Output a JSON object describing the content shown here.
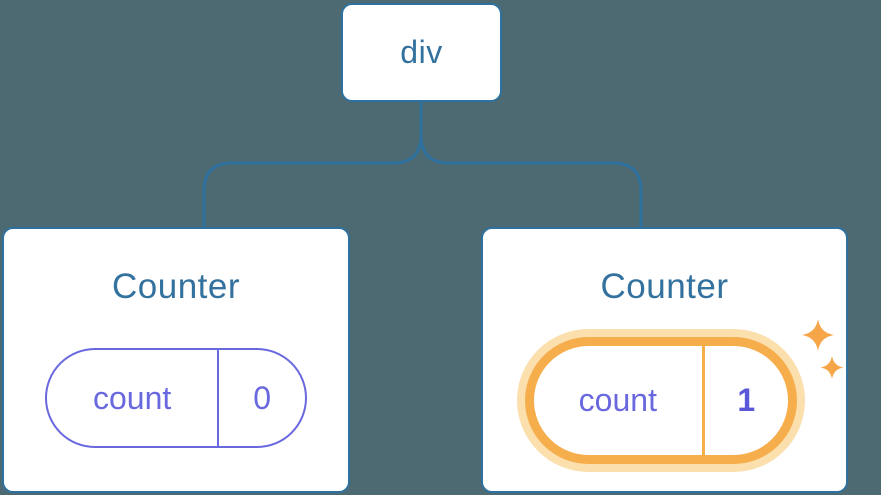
{
  "diagram": {
    "description": "Component tree: div root with two Counter children and their state pills",
    "root_node": {
      "label": "div"
    },
    "counters": [
      {
        "title": "Counter",
        "state_key": "count",
        "state_value": "0",
        "highlighted": false
      },
      {
        "title": "Counter",
        "state_key": "count",
        "state_value": "1",
        "highlighted": true
      }
    ]
  },
  "icons": {
    "sparkles": "sparkles-icon indicating updated state on right counter"
  },
  "colors": {
    "background": "#4D6971",
    "card_background": "#FFFFFF",
    "node_border_blue": "#2E719F",
    "text_blue": "#33719E",
    "state_purple": "#6968DE",
    "state_value_bold_purple": "#5A58D8",
    "highlight_orange": "#F6AE4D",
    "highlight_glow_orange": "#FBDFAD",
    "sparkle_orange": "#F6A649"
  }
}
